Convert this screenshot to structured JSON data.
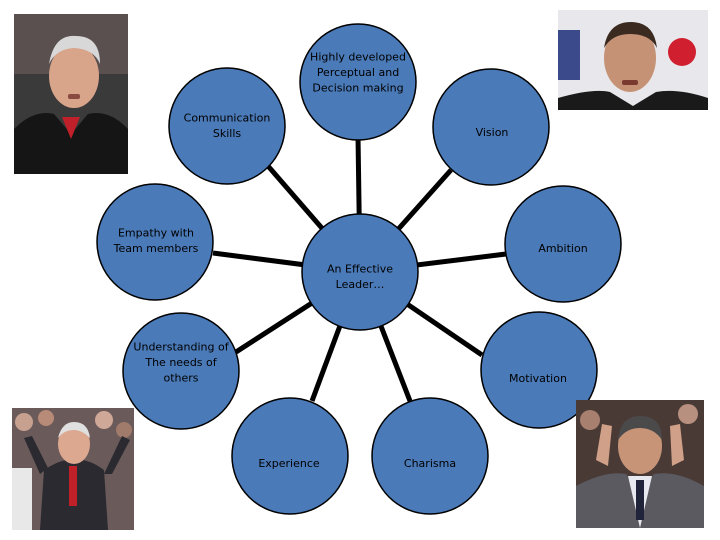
{
  "diagram": {
    "center": {
      "label": [
        "An Effective",
        "Leader…"
      ]
    },
    "nodes": [
      {
        "id": "perceptual",
        "label": [
          "Highly developed",
          "Perceptual and",
          "Decision making"
        ]
      },
      {
        "id": "vision",
        "label": [
          "Vision"
        ]
      },
      {
        "id": "ambition",
        "label": [
          "Ambition"
        ]
      },
      {
        "id": "motivation",
        "label": [
          "Motivation"
        ]
      },
      {
        "id": "charisma",
        "label": [
          "Charisma"
        ]
      },
      {
        "id": "experience",
        "label": [
          "Experience"
        ]
      },
      {
        "id": "understanding",
        "label": [
          "Understanding of",
          "The needs of",
          "others"
        ]
      },
      {
        "id": "empathy",
        "label": [
          "Empathy with",
          "Team members"
        ]
      },
      {
        "id": "communication",
        "label": [
          "Communication",
          "Skills"
        ]
      }
    ]
  },
  "colors": {
    "node_fill": "#4a7ab8",
    "node_stroke": "#000000",
    "connector": "#000000"
  },
  "photos": [
    {
      "id": "coach-top-left",
      "icon": "person-photo-icon"
    },
    {
      "id": "coach-top-right",
      "icon": "person-photo-icon"
    },
    {
      "id": "coach-bottom-left",
      "icon": "person-photo-icon"
    },
    {
      "id": "coach-bottom-right",
      "icon": "person-photo-icon"
    }
  ]
}
